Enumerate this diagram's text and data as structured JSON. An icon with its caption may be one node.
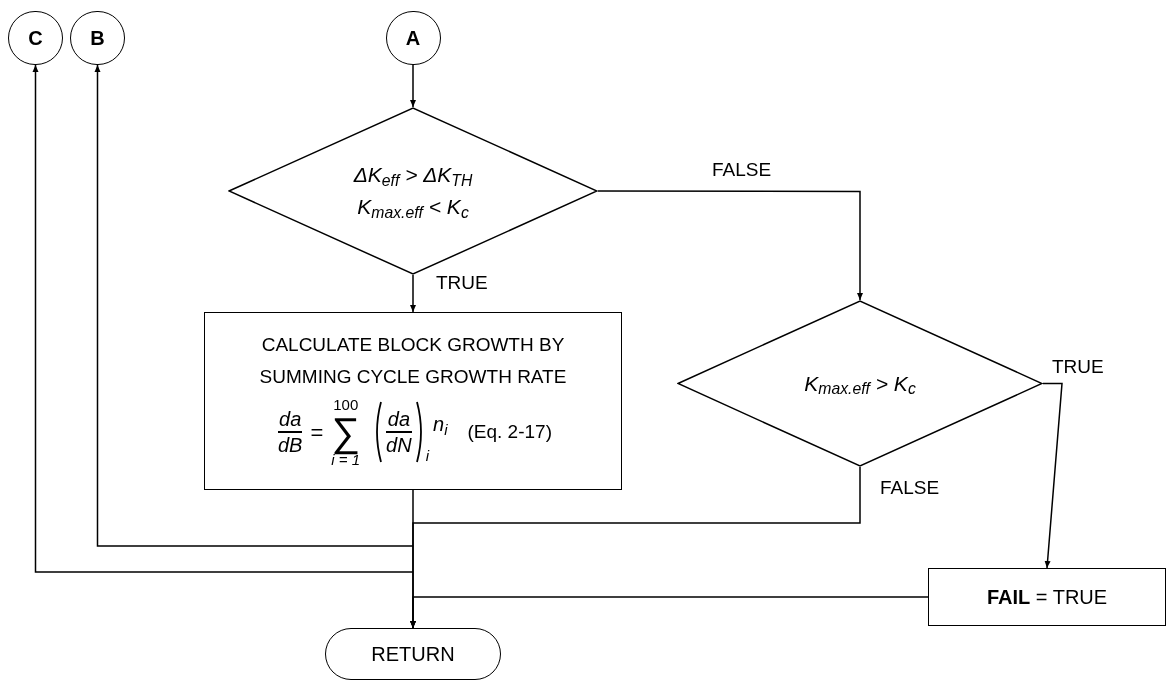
{
  "diagram": {
    "nodes": [
      {
        "text": [
          "C"
        ]
      },
      {
        "text": [
          "B"
        ]
      },
      {
        "text": [
          "A"
        ]
      },
      {
        "text": [
          "ΔK$_{eff}$ > ΔK$_{TH}$",
          "K$_{max.eff}$ < K$_{c}$"
        ]
      },
      {
        "text": [
          "CALCULATE BLOCK GROWTH BY SUMMING CYCLE GROWTH RATE",
          "da",
          "dB",
          "=",
          "100",
          "∑",
          "i = 1",
          "da",
          "dN",
          "i",
          "n$_{i}$",
          "(Eq. 2-17)"
        ]
      },
      {
        "text": [
          "K$_{max.eff}$ > K$_{c}$"
        ]
      },
      {
        "text": [
          "**FAIL** = TRUE"
        ]
      },
      {
        "text": [
          "RETURN"
        ]
      }
    ],
    "edges": [
      {
        "from": 2,
        "to": 3,
        "arrow": "to"
      },
      {
        "from": 3,
        "to": 4,
        "arrow": "to",
        "label": "TRUE"
      },
      {
        "from": 3,
        "to": 5,
        "arrow": "to",
        "label": "FALSE"
      },
      {
        "from": 5,
        "to": 7,
        "arrow": "to",
        "label": "FALSE"
      },
      {
        "from": 5,
        "to": 6,
        "arrow": "to",
        "label": "TRUE"
      },
      {
        "from": 6,
        "to": 7,
        "arrow": "to"
      },
      {
        "from": 4,
        "to": 7,
        "arrow": "to"
      },
      {
        "from": null,
        "to": 1,
        "arrow": "to"
      },
      {
        "from": null,
        "to": 0,
        "arrow": "to"
      }
    ]
  }
}
